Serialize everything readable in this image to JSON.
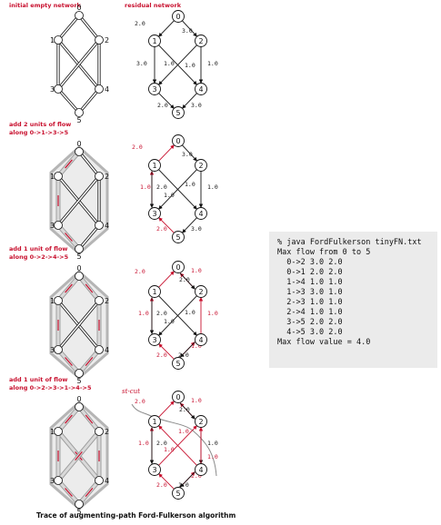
{
  "labels": {
    "initial": "initial empty network",
    "residual": "residual network",
    "aug1_line1": "add 2 units of flow",
    "aug1_line2": "along 0->1->3->5",
    "aug2_line1": "add 1 unit of flow",
    "aug2_line2": "along 0->2->4->5",
    "aug3_line1": "add 1 unit of flow",
    "aug3_line2": "along 0->2->3->1->4->5",
    "stcut": "st-cut",
    "caption": "Trace of augmenting-path Ford-Fulkerson algorithm"
  },
  "graph": {
    "vertices": [
      "0",
      "1",
      "2",
      "3",
      "4",
      "5"
    ],
    "edges": [
      {
        "from": "0",
        "to": "2",
        "capacity": "3.0"
      },
      {
        "from": "0",
        "to": "1",
        "capacity": "2.0"
      },
      {
        "from": "1",
        "to": "4",
        "capacity": "1.0"
      },
      {
        "from": "1",
        "to": "3",
        "capacity": "3.0"
      },
      {
        "from": "2",
        "to": "3",
        "capacity": "1.0"
      },
      {
        "from": "2",
        "to": "4",
        "capacity": "1.0"
      },
      {
        "from": "3",
        "to": "5",
        "capacity": "2.0"
      },
      {
        "from": "4",
        "to": "5",
        "capacity": "3.0"
      }
    ]
  },
  "residual_labels": [
    [
      "2.0",
      "3.0",
      "3.0",
      "1.0",
      "1.0",
      "1.0",
      "2.0",
      "3.0"
    ],
    [
      "2.0",
      "3.0",
      "1.0",
      "2.0",
      "1.0",
      "1.0",
      "1.0",
      "2.0",
      "3.0"
    ],
    [
      "2.0",
      "1.0",
      "2.0",
      "1.0",
      "2.0",
      "1.0",
      "1.0",
      "1.0",
      "2.0",
      "1.0",
      "2.0"
    ],
    [
      "2.0",
      "1.0",
      "2.0",
      "1.0",
      "2.0",
      "1.0",
      "1.0",
      "1.0",
      "1.0",
      "2.0",
      "2.0",
      "1.0"
    ]
  ],
  "console": {
    "lines": [
      "% java FordFulkerson tinyFN.txt",
      "Max flow from 0 to 5",
      "  0->2 3.0 2.0",
      "  0->1 2.0 2.0",
      "  1->4 1.0 1.0",
      "  1->3 3.0 1.0",
      "  2->3 1.0 1.0",
      "  2->4 1.0 1.0",
      "  3->5 2.0 2.0",
      "  4->5 3.0 2.0",
      "Max flow value = 4.0"
    ]
  },
  "colors": {
    "flow": "#c8102e",
    "edge": "#111111",
    "pipe": "#bdbdbd"
  }
}
